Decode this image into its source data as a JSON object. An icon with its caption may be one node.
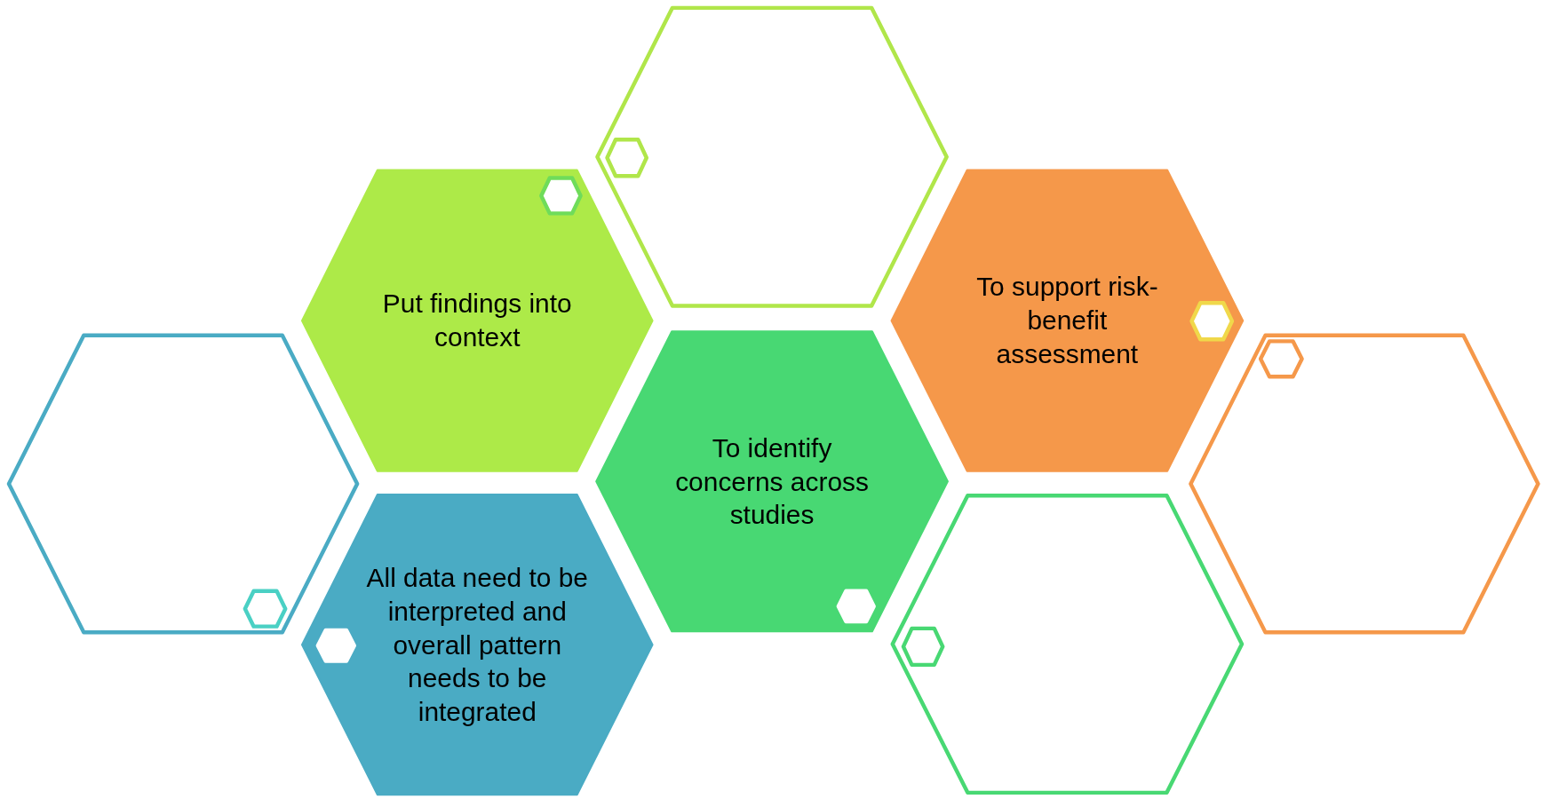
{
  "diagram": {
    "nodes": [
      {
        "text": [],
        "shape": "hexagon"
      },
      {
        "text": [
          "Put findings into context"
        ]
      },
      {
        "text": [
          "To support risk-benefit assessment"
        ]
      },
      {
        "text": [],
        "shape": "hexagon"
      },
      {
        "text": [
          "To identify concerns across studies"
        ]
      },
      {
        "text": [],
        "shape": "hexagon"
      },
      {
        "text": [
          "All data need to be interpreted and overall pattern needs to be integrated"
        ]
      },
      {
        "text": [],
        "shape": "hexagon"
      }
    ],
    "edges": []
  }
}
